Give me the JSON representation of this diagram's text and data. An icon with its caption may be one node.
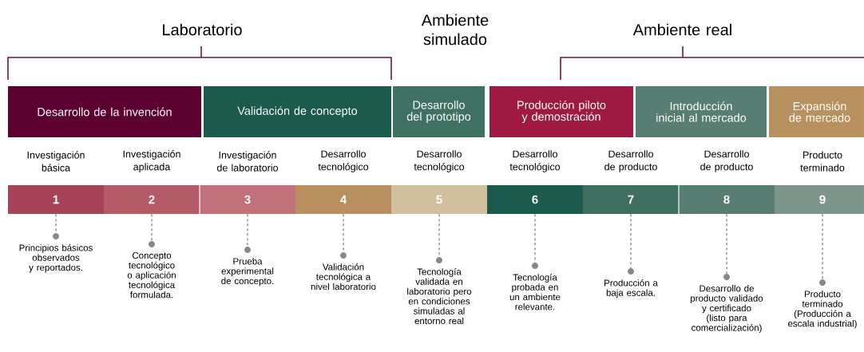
{
  "diagram": {
    "nodes": [
      {
        "text": [
          "Desarrollo de la invención"
        ]
      },
      {
        "text": [
          "Validación de concepto"
        ]
      },
      {
        "text": [
          "Desarrollo del prototipo"
        ]
      },
      {
        "text": [
          "Producción piloto y demostración"
        ]
      },
      {
        "text": [
          "Introducción inicial al mercado"
        ]
      },
      {
        "text": [
          "Expansión de mercado"
        ]
      },
      {
        "text": [
          "1"
        ]
      },
      {
        "text": [
          "2"
        ]
      },
      {
        "text": [
          "3"
        ]
      },
      {
        "text": [
          "4"
        ]
      },
      {
        "text": [
          "5"
        ]
      },
      {
        "text": [
          "6"
        ]
      },
      {
        "text": [
          "7"
        ]
      },
      {
        "text": [
          "8"
        ]
      },
      {
        "text": [
          "9"
        ]
      },
      {
        "text": [],
        "shape": "circle",
        "beside": [
          "Principios básicos observados y reportados."
        ]
      },
      {
        "text": [],
        "shape": "circle",
        "beside": [
          "Concepto tecnológico o aplicación tecnológica formulada."
        ]
      },
      {
        "text": [],
        "shape": "circle",
        "beside": [
          "Prueba experimental de concepto."
        ]
      },
      {
        "text": [],
        "shape": "circle",
        "beside": [
          "Validación tecnológica a nivel laboratorio"
        ]
      },
      {
        "text": [],
        "shape": "circle",
        "beside": [
          "Tecnología validada en laboratorio pero en condiciones simuladas al entorno real"
        ]
      },
      {
        "text": [],
        "shape": "circle",
        "beside": [
          "Tecnología probada en un ambiente relevante."
        ]
      },
      {
        "text": [],
        "shape": "circle",
        "beside": [
          "Producción a baja escala."
        ]
      },
      {
        "text": [],
        "shape": "circle",
        "beside": [
          "Desarrollo de producto validado y certificado (listo para comercialización)"
        ]
      },
      {
        "text": [],
        "shape": "circle",
        "beside": [
          "Producto terminado (Producción a escala industrial)"
        ]
      }
    ],
    "edges": [
      {
        "from": 6,
        "to": 15,
        "arrow": "none",
        "style": "dashed"
      },
      {
        "from": 7,
        "to": 16,
        "arrow": "none",
        "style": "dashed"
      },
      {
        "from": 8,
        "to": 17,
        "arrow": "none",
        "style": "dashed"
      },
      {
        "from": 9,
        "to": 18,
        "arrow": "none",
        "style": "dashed"
      },
      {
        "from": 10,
        "to": 19,
        "arrow": "none",
        "style": "dashed"
      },
      {
        "from": 11,
        "to": 20,
        "arrow": "none",
        "style": "dashed"
      },
      {
        "from": 12,
        "to": 21,
        "arrow": "none",
        "style": "dashed"
      },
      {
        "from": 13,
        "to": 22,
        "arrow": "none",
        "style": "dashed"
      },
      {
        "from": 14,
        "to": 23,
        "arrow": "none",
        "style": "dashed"
      }
    ],
    "labels": [
      "Ambiente simulado",
      "Laboratorio",
      "Ambiente real",
      "Investigación básica",
      "Investigación aplicada",
      "Investigación de laboratorio",
      "Desarrollo tecnológico",
      "Desarrollo tecnológico",
      "Desarrollo tecnológico",
      "Desarrollo de producto",
      "Desarrollo de producto",
      "Producto terminado"
    ]
  }
}
